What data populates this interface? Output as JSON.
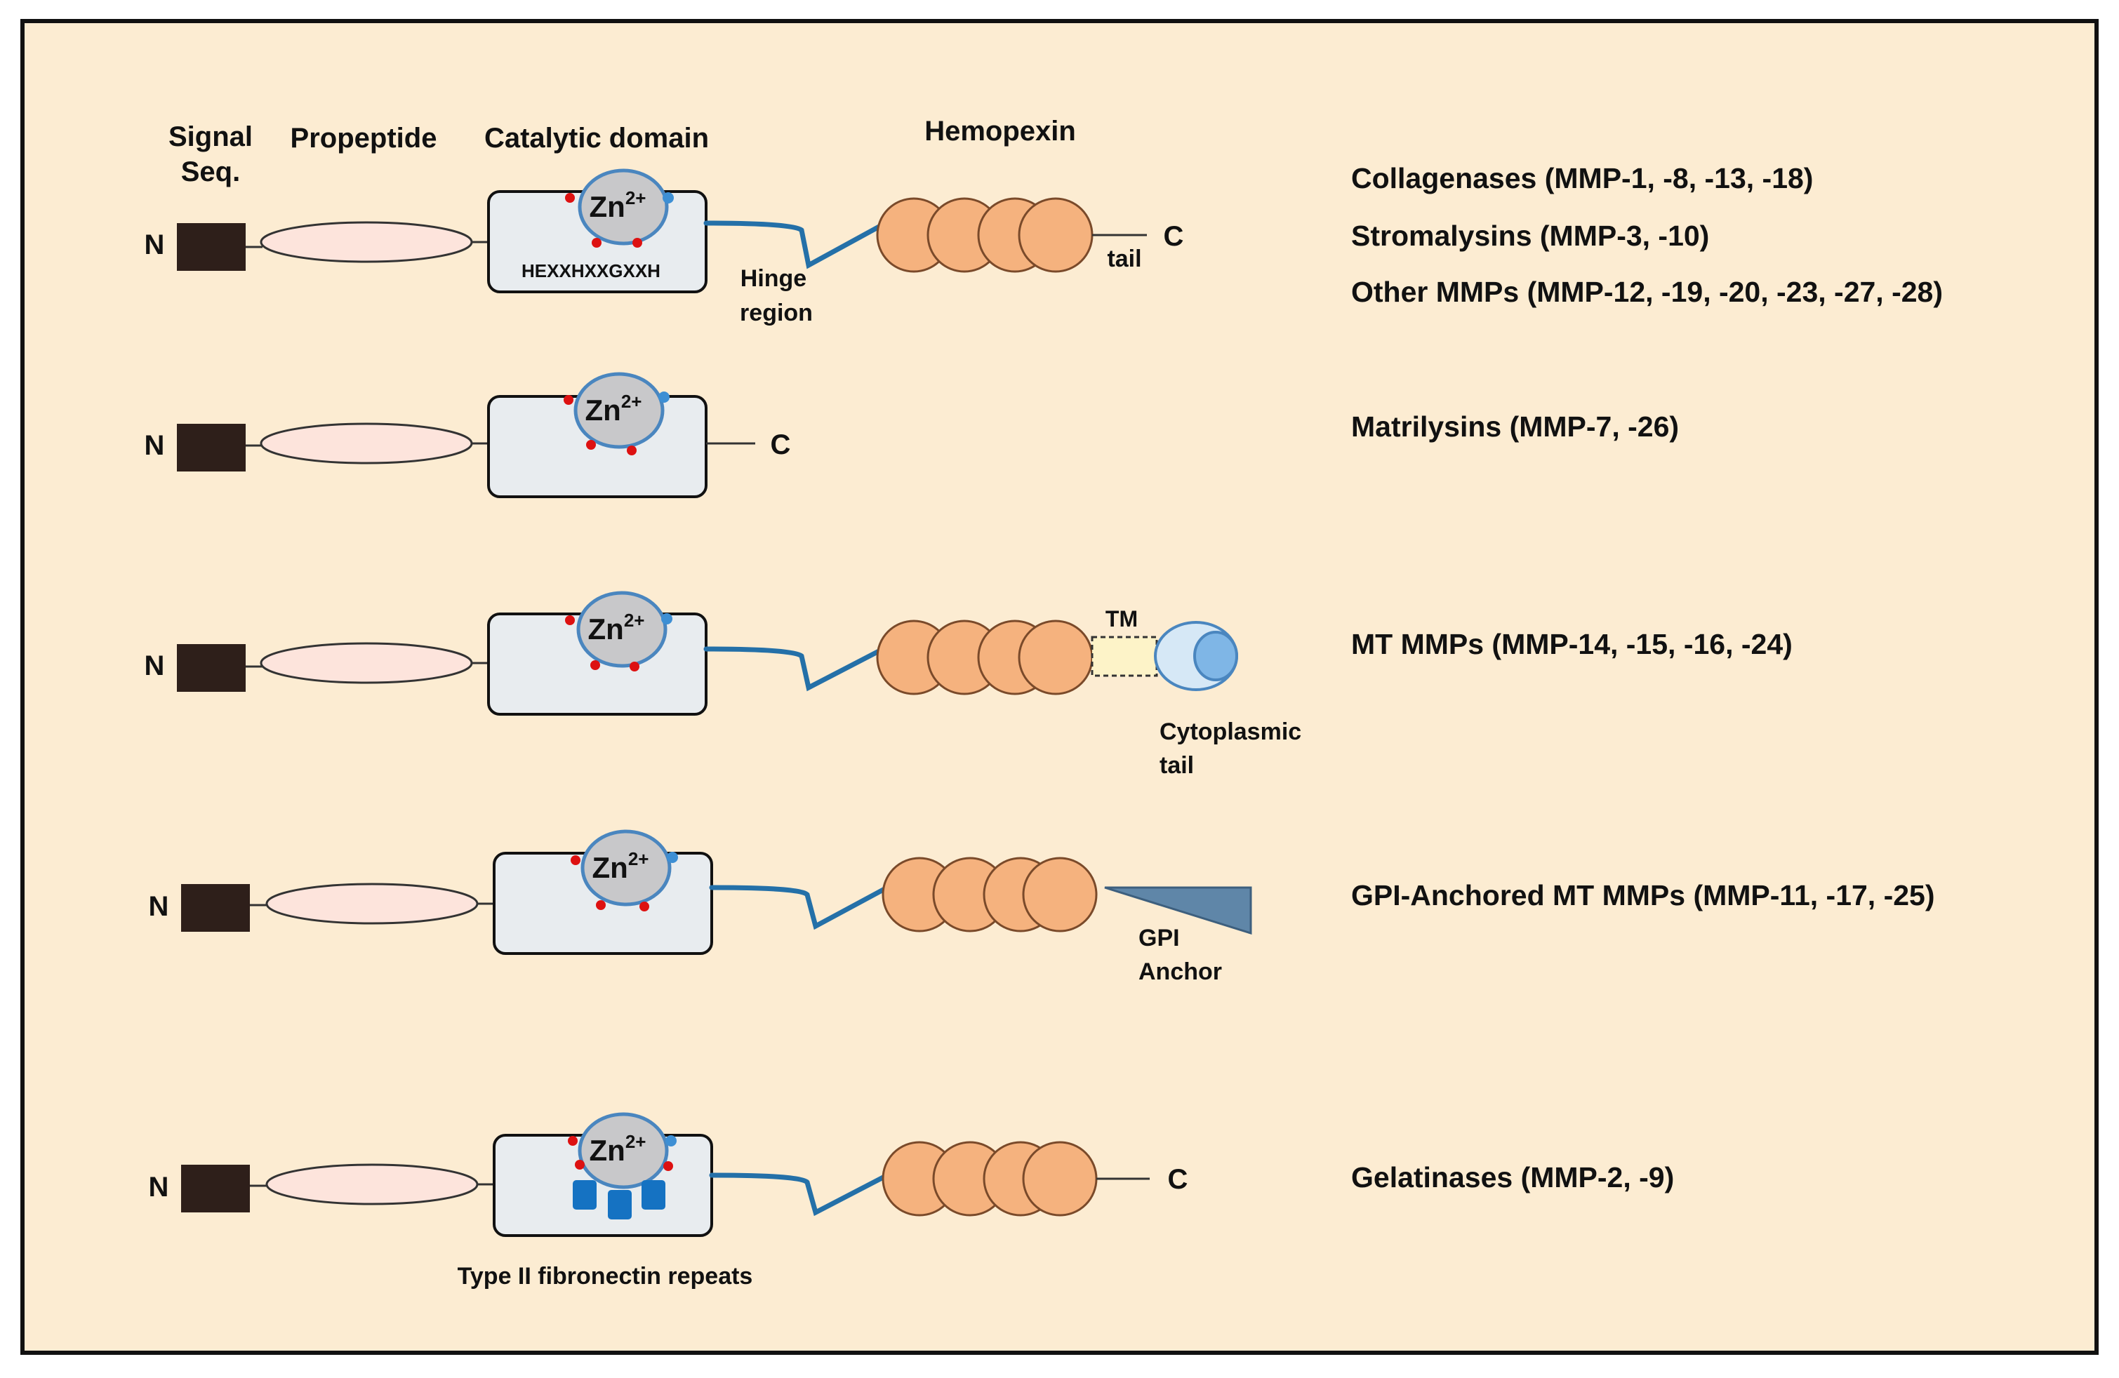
{
  "headers": {
    "signal_line1": "Signal",
    "signal_line2": "Seq.",
    "propeptide": "Propeptide",
    "catalytic": "Catalytic domain",
    "hemopexin": "Hemopexin"
  },
  "terminus": {
    "n": "N",
    "c": "C"
  },
  "zinc": {
    "base": "Zn",
    "charge": "2+"
  },
  "labels": {
    "motif": "HEXXHXXGXXH",
    "hinge_line1": "Hinge",
    "hinge_line2": "region",
    "tail": "tail",
    "tm": "TM",
    "cyto_line1": "Cytoplasmic",
    "cyto_line2": "tail",
    "gpi_line1": "GPI",
    "gpi_line2": "Anchor",
    "fibronectin": "Type II fibronectin repeats"
  },
  "families": {
    "collagenases": "Collagenases (MMP-1, -8, -13, -18)",
    "stromalysins": "Stromalysins (MMP-3, -10)",
    "other": "Other MMPs (MMP-12, -19, -20, -23, -27, -28)",
    "matrilysins": "Matrilysins (MMP-7, -26)",
    "mt": "MT MMPs (MMP-14, -15, -16, -24)",
    "gpi": "GPI-Anchored MT MMPs (MMP-11, -17, -25)",
    "gelatinases": "Gelatinases (MMP-2, -9)"
  },
  "colors": {
    "background": "#fcecd2",
    "frame": "#111111",
    "signal_block": "#2e1f1a",
    "propeptide": "#fde4dc",
    "catalytic": "#e8ecef",
    "zinc": "#c8c8ca",
    "zinc_edge": "#4a86bf",
    "hinge": "#2470a8",
    "hemopexin": "#f5b27e",
    "hemopexin_edge": "#7a4a2a",
    "residue_red": "#dd1111",
    "residue_blue": "#3d8fd4",
    "tm": "#fdf3c8",
    "cyto_outer": "#d6e8f6",
    "cyto_inner": "#7fb6e6",
    "gpi": "#5f86a8",
    "fibronectin": "#1572c2"
  }
}
